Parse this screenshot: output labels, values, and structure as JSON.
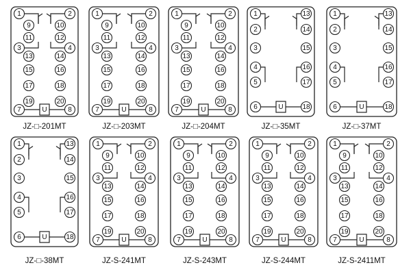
{
  "coil_symbol": "U",
  "relays": [
    {
      "label": "JZ-□-201MT",
      "left": [
        "1",
        "9",
        "11",
        "3",
        "13",
        "15",
        "17",
        "19",
        "7"
      ],
      "right": [
        "2",
        "10",
        "12",
        "4",
        "14",
        "16",
        "18",
        "20",
        "8"
      ]
    },
    {
      "label": "JZ-□-203MT",
      "left": [
        "1",
        "9",
        "11",
        "3",
        "13",
        "15",
        "17",
        "19",
        "7"
      ],
      "right": [
        "2",
        "10",
        "12",
        "4",
        "14",
        "16",
        "18",
        "20",
        "8"
      ]
    },
    {
      "label": "JZ-□-204MT",
      "left": [
        "1",
        "9",
        "11",
        "3",
        "13",
        "15",
        "17",
        "19",
        "7"
      ],
      "right": [
        "2",
        "10",
        "12",
        "4",
        "14",
        "16",
        "18",
        "20",
        "8"
      ]
    },
    {
      "label": "JZ-□-35MT",
      "left": [
        "1",
        "2",
        "3",
        "4",
        "5",
        "6"
      ],
      "right": [
        "13",
        "14",
        "15",
        "16",
        "17",
        "18"
      ]
    },
    {
      "label": "JZ-□-37MT",
      "left": [
        "1",
        "2",
        "3",
        "4",
        "5",
        "6"
      ],
      "right": [
        "13",
        "14",
        "15",
        "16",
        "17",
        "18"
      ]
    },
    {
      "label": "JZ-□-38MT",
      "left": [
        "1",
        "2",
        "3",
        "4",
        "5",
        "6"
      ],
      "right": [
        "13",
        "14",
        "15",
        "16",
        "17",
        "18"
      ]
    },
    {
      "label": "JZ-S-241MT",
      "left": [
        "1",
        "9",
        "11",
        "3",
        "13",
        "15",
        "17",
        "19",
        "7"
      ],
      "right": [
        "2",
        "10",
        "12",
        "4",
        "14",
        "16",
        "18",
        "20",
        "8"
      ]
    },
    {
      "label": "JZ-S-243MT",
      "left": [
        "1",
        "9",
        "11",
        "3",
        "13",
        "15",
        "17",
        "19",
        "7"
      ],
      "right": [
        "2",
        "10",
        "12",
        "4",
        "14",
        "16",
        "18",
        "20",
        "8"
      ]
    },
    {
      "label": "JZ-S-244MT",
      "left": [
        "1",
        "9",
        "11",
        "3",
        "13",
        "15",
        "17",
        "19",
        "7"
      ],
      "right": [
        "2",
        "10",
        "12",
        "4",
        "14",
        "16",
        "18",
        "20",
        "8"
      ]
    },
    {
      "label": "JZ-S-2411MT",
      "left": [
        "1",
        "9",
        "11",
        "3",
        "13",
        "15",
        "17",
        "19",
        "7"
      ],
      "right": [
        "2",
        "10",
        "12",
        "4",
        "14",
        "16",
        "18",
        "20",
        "8"
      ]
    }
  ]
}
